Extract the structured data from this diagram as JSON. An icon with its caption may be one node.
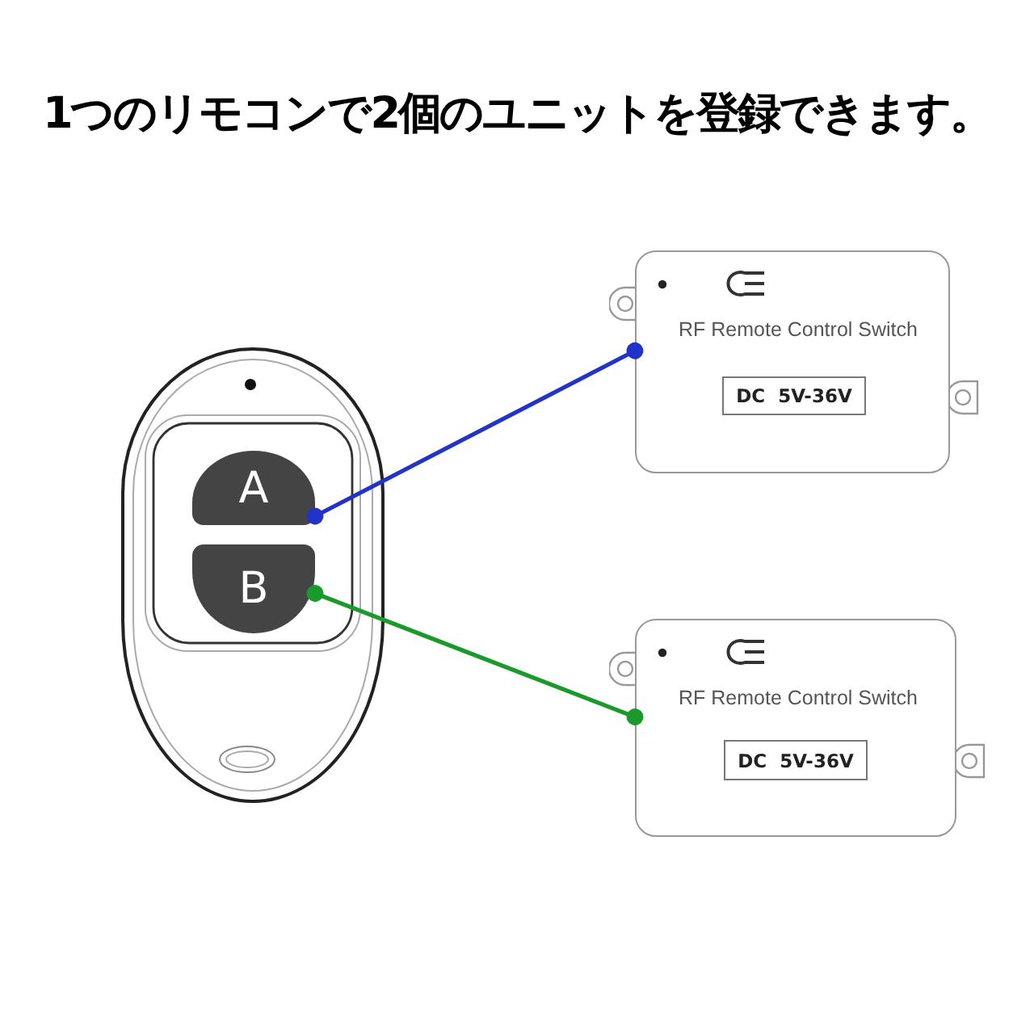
{
  "diagram": {
    "title": "1つのリモコンで2個のユニットを登録できます。",
    "nodes": [
      {
        "text": [],
        "shape": "picture"
      },
      {
        "text": [
          "A"
        ],
        "in": 0
      },
      {
        "text": [
          "B"
        ],
        "in": 0
      },
      {
        "text": [
          "RF Remote Control Switch"
        ]
      },
      {
        "text": [
          "DC  5V-36V"
        ],
        "in": 3
      },
      {
        "text": [
          "RF Remote Control Switch"
        ]
      },
      {
        "text": [
          "DC  5V-36V"
        ],
        "in": 5
      }
    ],
    "edges": [
      {
        "from": 1,
        "to": 3,
        "arrow": "other",
        "color": "#2233cc"
      },
      {
        "from": 2,
        "to": 5,
        "arrow": "other",
        "color": "#1a9a2a"
      }
    ]
  }
}
